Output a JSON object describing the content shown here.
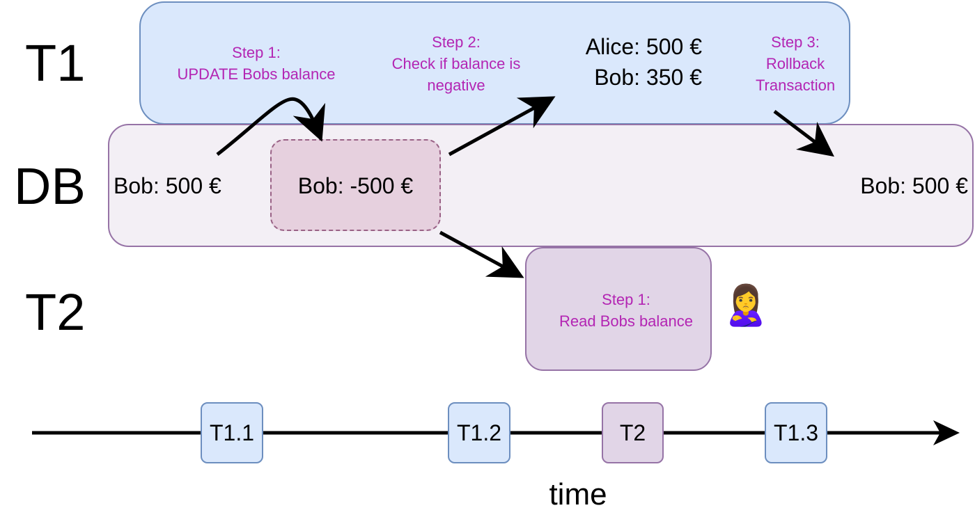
{
  "lanes": {
    "t1": "T1",
    "db": "DB",
    "t2": "T2"
  },
  "t1_box": {
    "step1": "Step 1:\nUPDATE Bobs balance",
    "step2": "Step 2:\nCheck if balance is\nnegative",
    "accounts": "Alice: 500 €\n  Bob: 350 €",
    "step3": "Step 3:\nRollback\nTransaction"
  },
  "db_box": {
    "initial": "Bob: 500 €",
    "dirty": "Bob: -500 €",
    "final": "Bob: 500 €"
  },
  "t2_box": {
    "step1": "Step 1:\nRead Bobs balance",
    "emoji": "🙎‍♀️"
  },
  "timeline": {
    "chips": [
      "T1.1",
      "T1.2",
      "T2",
      "T1.3"
    ],
    "axis_label": "time"
  },
  "colors": {
    "t1_fill": "#dae8fc",
    "t1_stroke": "#6c8ebf",
    "db_fill": "#f3eff5",
    "dirty_fill": "#e6d0de",
    "t2_fill": "#e1d5e7",
    "step_text": "#b325b3"
  }
}
